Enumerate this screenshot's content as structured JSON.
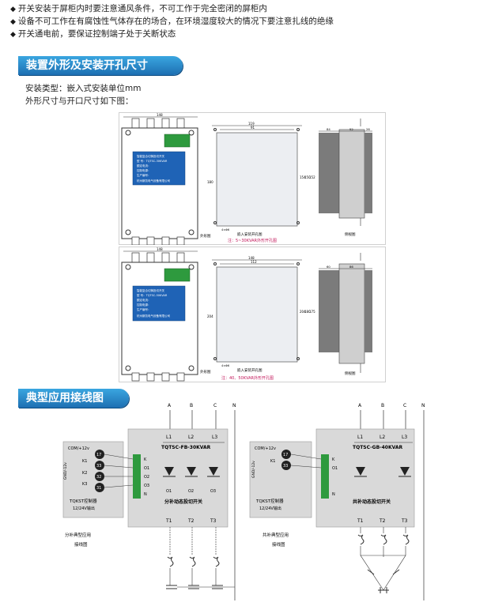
{
  "bullets": [
    "开关安装于屏柜内时要注意通风条件，不可工作于完全密闭的屏柜内",
    "设备不可工作在有腐蚀性气体存在的场合，在环境湿度较大的情况下要注意扎线的绝缘",
    "开关通电前，要保证控制端子处于关断状态"
  ],
  "section1": {
    "title": "装置外形及安装开孔尺寸",
    "install_type": "安装类型：嵌入式安装单位mm",
    "dims_intro": "外形尺寸与开口尺寸如下图："
  },
  "drawing1": {
    "front_label": "外形图",
    "hole_label": "嵌入安装开孔图",
    "side_label": "侧视图",
    "note": "注：5~30KVAR外形开孔图",
    "top_dim": "148",
    "hole_w1": "119",
    "hole_w2": "91",
    "side_h": "180",
    "hole_h1": "154",
    "hole_h2": "150",
    "hole_h3": "152",
    "screw": "4×Φ6",
    "side_d1": "84",
    "side_d2": "52",
    "side_d3": "26",
    "plate_lines": [
      "智能复合切换投切开关",
      "型    号：TQTSC-30KVAR",
      "额定电流：",
      "控制电源：",
      "生产编号：",
      "杭州斯凯电气设备有限公司"
    ]
  },
  "drawing2": {
    "front_label": "外形图",
    "hole_label": "嵌入安装开孔图",
    "side_label": "侧视图",
    "note": "注：40、50KVAR外形开孔图",
    "top_dim": "148",
    "hole_w1": "148",
    "hole_w2": "112",
    "side_h": "204",
    "hole_h1": "204",
    "hole_h2": "180",
    "hole_h3": "175",
    "screw": "4×Φ6",
    "side_d1": "60",
    "side_d2": "86",
    "side_d3": "",
    "plate_lines": [
      "智能复合切换投切开关",
      "型    号：TQTSC-50KVAR",
      "额定电流：",
      "控制电源：",
      "生产编号：",
      "杭州斯凯电气设备有限公司"
    ]
  },
  "section2": {
    "title": "典型应用接线图"
  },
  "wiring_left": {
    "phases": [
      "A",
      "B",
      "C",
      "N"
    ],
    "lines": [
      "L1",
      "L2",
      "L3"
    ],
    "model": "TQTSC-FB-30KVAR",
    "terminals": [
      "K",
      "O1",
      "O2",
      "O3",
      "N"
    ],
    "outs": [
      "O1",
      "O2",
      "O3"
    ],
    "switch_name": "分补动态投切开关",
    "com": "COM/+12v",
    "gnd": "GND/-12v",
    "k_labels": [
      "K1",
      "K2",
      "K3"
    ],
    "ctrl_nums": [
      "17",
      "33",
      "32",
      "31"
    ],
    "controller": "TQKST控制器",
    "controller_sub": "12/24V输出",
    "t_labels": [
      "T1",
      "T2",
      "T3"
    ],
    "caption1": "分补典型应用",
    "caption2": "接线图"
  },
  "wiring_right": {
    "phases": [
      "A",
      "B",
      "C",
      "N"
    ],
    "lines": [
      "L1",
      "L2",
      "L3"
    ],
    "model": "TQTSC-GB-40KVAR",
    "terminals": [
      "K",
      "O1",
      "",
      "",
      "N"
    ],
    "switch_name": "共补动态投切开关",
    "com": "COM/+12v",
    "gnd": "GND/-12v",
    "k_labels": [
      "K1"
    ],
    "ctrl_nums": [
      "17",
      "33"
    ],
    "controller": "TQKST控制器",
    "controller_sub": "12/24V输出",
    "t_labels": [
      "T1",
      "T2",
      "T3"
    ],
    "caption1": "共补典型应用",
    "caption2": "接线图"
  },
  "colors": {
    "section_blue": "#1d6fb2",
    "terminal_green": "#2e9a3e",
    "panel_gray": "#d9d9d9",
    "note_red": "#c2185b",
    "nameplate_blue": "#1f63b6"
  }
}
